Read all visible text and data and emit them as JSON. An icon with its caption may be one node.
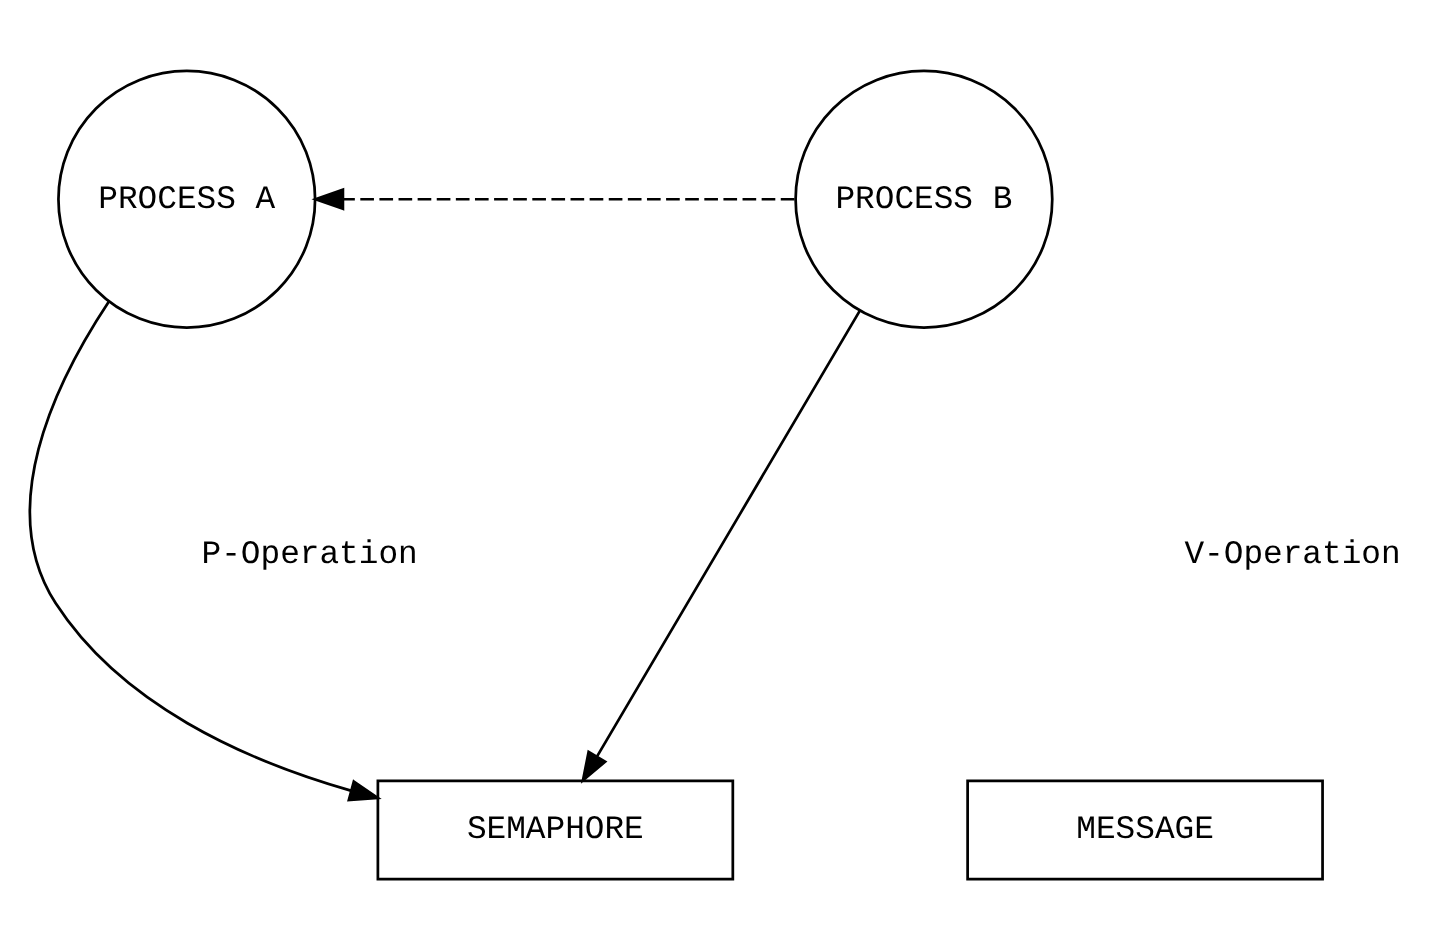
{
  "diagram": {
    "nodes": [
      {
        "text": [
          "PROCESS A"
        ]
      },
      {
        "text": [
          "PROCESS B"
        ]
      },
      {
        "text": [
          "SEMAPHORE"
        ]
      },
      {
        "text": [
          "MESSAGE"
        ]
      }
    ],
    "edges": [
      {
        "from": 0,
        "to": 2,
        "arrow": "to"
      },
      {
        "from": 1,
        "to": 2,
        "arrow": "to"
      },
      {
        "from": 1,
        "to": 0,
        "arrow": "to",
        "style": "dashed"
      }
    ],
    "labels": [
      "P-Operation",
      "V-Operation"
    ]
  }
}
